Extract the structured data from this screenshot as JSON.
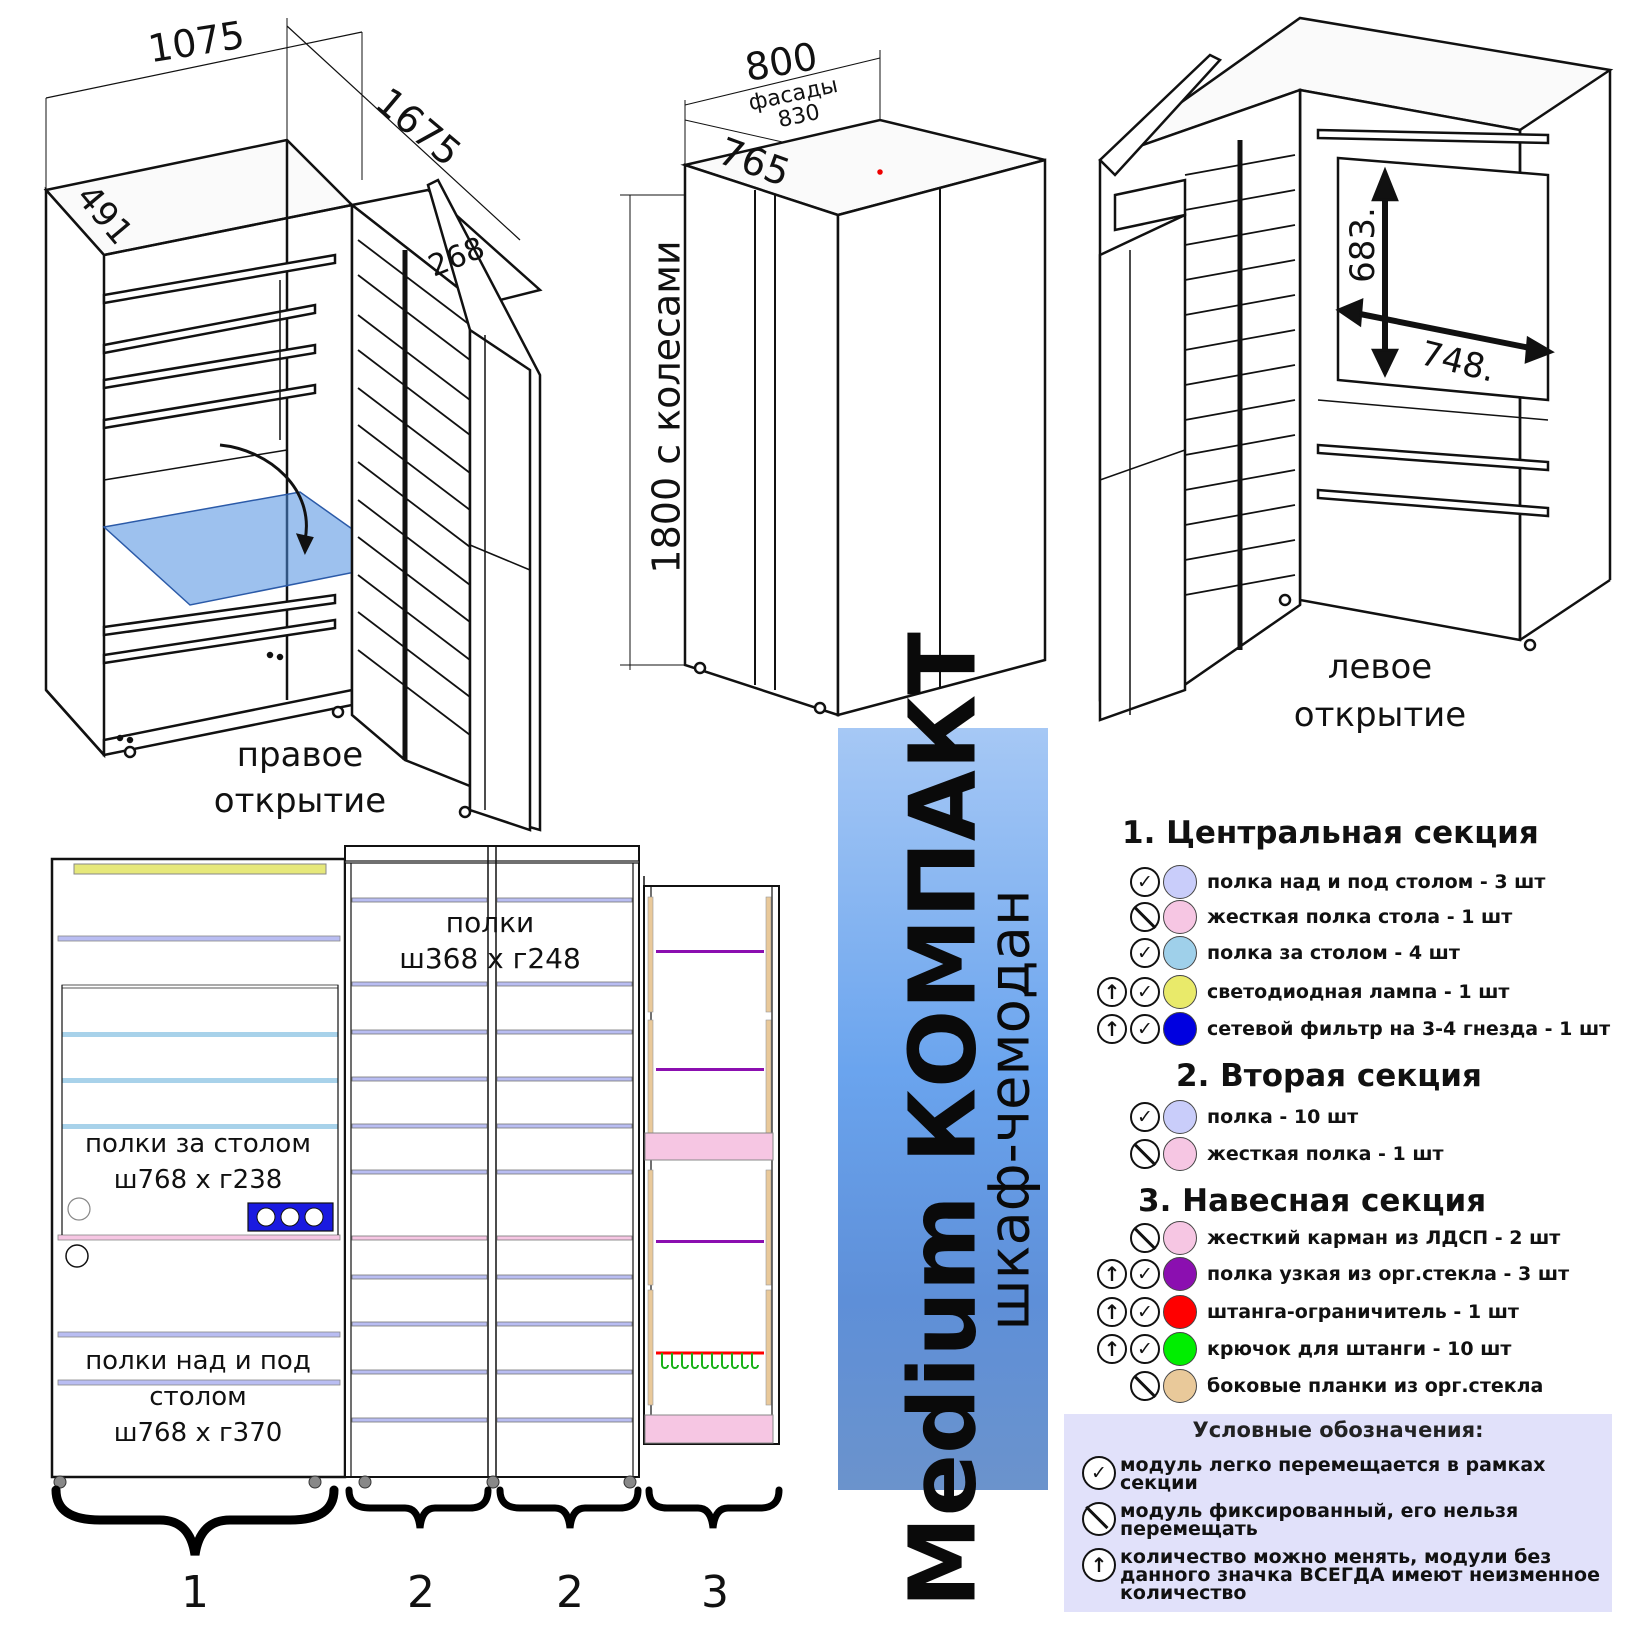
{
  "dimensions": {
    "width_total": "1075",
    "depth_total": "1675",
    "side_depth": "491",
    "inner_depth": "268",
    "center_width": "800",
    "facades_label": "фасады",
    "facades_value": "830",
    "center_depth": "765",
    "height_with_wheels": "1800 с колесами",
    "hang_height": "683.",
    "hang_width": "748."
  },
  "views": {
    "right_opening": "правое\nоткрытие",
    "left_opening": "левое\nоткрытие"
  },
  "front": {
    "shelves_section2": "полки\nш368 х г248",
    "shelves_behind_desk": "полки за столом\nш768 х г238",
    "shelves_above_below_desk": "полки над и под\nстолом\nш768 х г370",
    "section_numbers": [
      "1",
      "2",
      "2",
      "3"
    ]
  },
  "title": {
    "main": "Medium КОМПАКТ",
    "sub": "шкаф-чемодан"
  },
  "legend": {
    "sections": [
      {
        "heading": "1. Центральная секция",
        "items": [
          {
            "icons": [
              "check"
            ],
            "color": "#c9cdfa",
            "label": "полка над и под столом - 3 шт"
          },
          {
            "icons": [
              "ban"
            ],
            "color": "#f6c6e3",
            "label": "жесткая полка стола - 1 шт"
          },
          {
            "icons": [
              "check"
            ],
            "color": "#9fd0ea",
            "label": "полка за столом - 4 шт"
          },
          {
            "icons": [
              "up",
              "check"
            ],
            "color": "#e9ea6a",
            "label": "светодиодная лампа - 1 шт"
          },
          {
            "icons": [
              "up",
              "check"
            ],
            "color": "#0000e0",
            "label": "сетевой фильтр на 3-4 гнезда - 1 шт"
          }
        ]
      },
      {
        "heading": "2. Вторая секция",
        "items": [
          {
            "icons": [
              "check"
            ],
            "color": "#c9cdfa",
            "label": "полка - 10 шт"
          },
          {
            "icons": [
              "ban"
            ],
            "color": "#f6c6e3",
            "label": "жесткая полка - 1 шт"
          }
        ]
      },
      {
        "heading": "3. Навесная секция",
        "items": [
          {
            "icons": [
              "ban"
            ],
            "color": "#f6c6e3",
            "label": "жесткий карман из ЛДСП - 2 шт"
          },
          {
            "icons": [
              "up",
              "check"
            ],
            "color": "#8b0fb0",
            "label": "полка узкая из орг.стекла - 3 шт"
          },
          {
            "icons": [
              "up",
              "check"
            ],
            "color": "#ff0000",
            "label": "штанга-ограничитель - 1 шт"
          },
          {
            "icons": [
              "up",
              "check"
            ],
            "color": "#00ee00",
            "label": "крючок для штанги - 10 шт"
          },
          {
            "icons": [
              "ban"
            ],
            "color": "#e9c99a",
            "label": "боковые планки из орг.стекла"
          }
        ]
      }
    ]
  },
  "notes": {
    "title": "Условные обозначения:",
    "items": [
      {
        "icon": "check",
        "text": "модуль легко перемещается в рамках секции"
      },
      {
        "icon": "ban",
        "text": "модуль фиксированный, его нельзя перемещать"
      },
      {
        "icon": "up",
        "text": "количество можно менять, модули без данного значка ВСЕГДА имеют неизменное количество"
      }
    ]
  },
  "colors": {
    "shelf": "#b9bdf2",
    "shelf_behind": "#a8d2ea",
    "rigid": "#f6c6e3",
    "lamp": "#e6e87a",
    "socket": "#1a1ae0",
    "glass_shelf": "#8b0fb0",
    "rod": "#ff0000",
    "hook": "#18b018",
    "side_strip": "#e9c99a",
    "desk_highlight": "#4d8ee0"
  }
}
